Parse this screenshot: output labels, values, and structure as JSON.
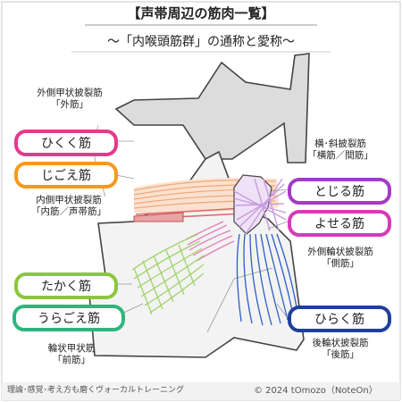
{
  "header": {
    "title": "【声帯周辺の筋肉一覧】",
    "subtitle": "〜「内喉頭筋群」の通称と愛称〜"
  },
  "labels": {
    "lateral_crico": {
      "formal": "外側甲状披裂筋",
      "common": "「外筋」"
    },
    "thyroarytenoid": {
      "formal": "内側甲状披裂筋",
      "common": "「内筋／声帯筋」"
    },
    "cricothyroid": {
      "formal": "輪状甲状筋",
      "common": "「前筋」"
    },
    "interarytenoid": {
      "formal": "横･斜披裂筋",
      "common": "「横筋／間筋」"
    },
    "lateral_cricoarytenoid": {
      "formal": "外側輪状披裂筋",
      "common": "「側筋」"
    },
    "posterior_cricoarytenoid": {
      "formal": "後輪状披裂筋",
      "common": "「後筋」"
    }
  },
  "nicknames": [
    {
      "key": "hikuku",
      "text": "ひくく筋",
      "color": "#e23a8c"
    },
    {
      "key": "jigoe",
      "text": "じごえ筋",
      "color": "#f39a1c"
    },
    {
      "key": "takaku",
      "text": "たかく筋",
      "color": "#8cc63f"
    },
    {
      "key": "uragoe",
      "text": "うらごえ筋",
      "color": "#2db67c"
    },
    {
      "key": "tojiru",
      "text": "とじる筋",
      "color": "#a33bc6"
    },
    {
      "key": "yoseru",
      "text": "よせる筋",
      "color": "#d63ab8"
    },
    {
      "key": "hiraku",
      "text": "ひらく筋",
      "color": "#1f3f9c"
    }
  ],
  "footer": {
    "tagline": "理論･感覚･考え方も磨くヴォーカルトレーニング",
    "copyright": "© 2024 tOmozo（NoteOn）"
  }
}
